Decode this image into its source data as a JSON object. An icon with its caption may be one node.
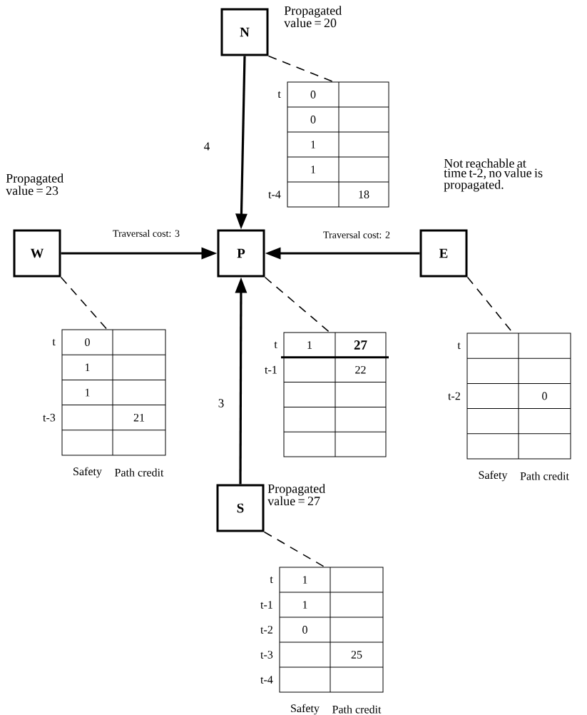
{
  "diagram": {
    "nodes": [
      {
        "text": [
          "N"
        ],
        "beside": [
          "Propagated value = 20"
        ]
      },
      {
        "text": [
          "0",
          "0",
          "1",
          "1",
          "18"
        ],
        "beside": [
          "t",
          "t-4"
        ]
      },
      {
        "text": [
          "W"
        ],
        "beside": [
          "Propagated value = 23"
        ]
      },
      {
        "text": [
          "P"
        ]
      },
      {
        "text": [
          "E"
        ],
        "beside": [
          "Not reachable at time t-2, no value is propagated."
        ]
      },
      {
        "text": [
          "0",
          "1",
          "1",
          "21"
        ],
        "beside": [
          "t",
          "t-3",
          "Safety",
          "Path credit"
        ]
      },
      {
        "text": [
          "1",
          "27",
          "22"
        ],
        "beside": [
          "t",
          "t-1"
        ]
      },
      {
        "text": [
          "0"
        ],
        "beside": [
          "t",
          "t-2",
          "Safety",
          "Path credit"
        ]
      },
      {
        "text": [
          "S"
        ],
        "beside": [
          "Propagated value = 27"
        ]
      },
      {
        "text": [
          "1",
          "1",
          "0",
          "25"
        ],
        "beside": [
          "t",
          "t-1",
          "t-2",
          "t-3",
          "t-4",
          "Safety",
          "Path credit"
        ]
      }
    ],
    "edges": [
      {
        "from": 0,
        "to": 3,
        "arrow": "to",
        "label": "4",
        "style": "thick"
      },
      {
        "from": 2,
        "to": 3,
        "arrow": "to",
        "label": "Traversal cost: 3",
        "style": "thick"
      },
      {
        "from": 4,
        "to": 3,
        "arrow": "to",
        "label": "Traversal cost: 2",
        "style": "thick"
      },
      {
        "from": 8,
        "to": 3,
        "arrow": "to",
        "label": "3",
        "style": "thick"
      },
      {
        "from": 0,
        "to": 1,
        "arrow": "none",
        "style": "dashed"
      },
      {
        "from": 2,
        "to": 5,
        "arrow": "none",
        "style": "dashed"
      },
      {
        "from": 3,
        "to": 6,
        "arrow": "none",
        "style": "dashed"
      },
      {
        "from": 4,
        "to": 7,
        "arrow": "none",
        "style": "dashed"
      },
      {
        "from": 8,
        "to": 9,
        "arrow": "none",
        "style": "dashed"
      }
    ]
  }
}
